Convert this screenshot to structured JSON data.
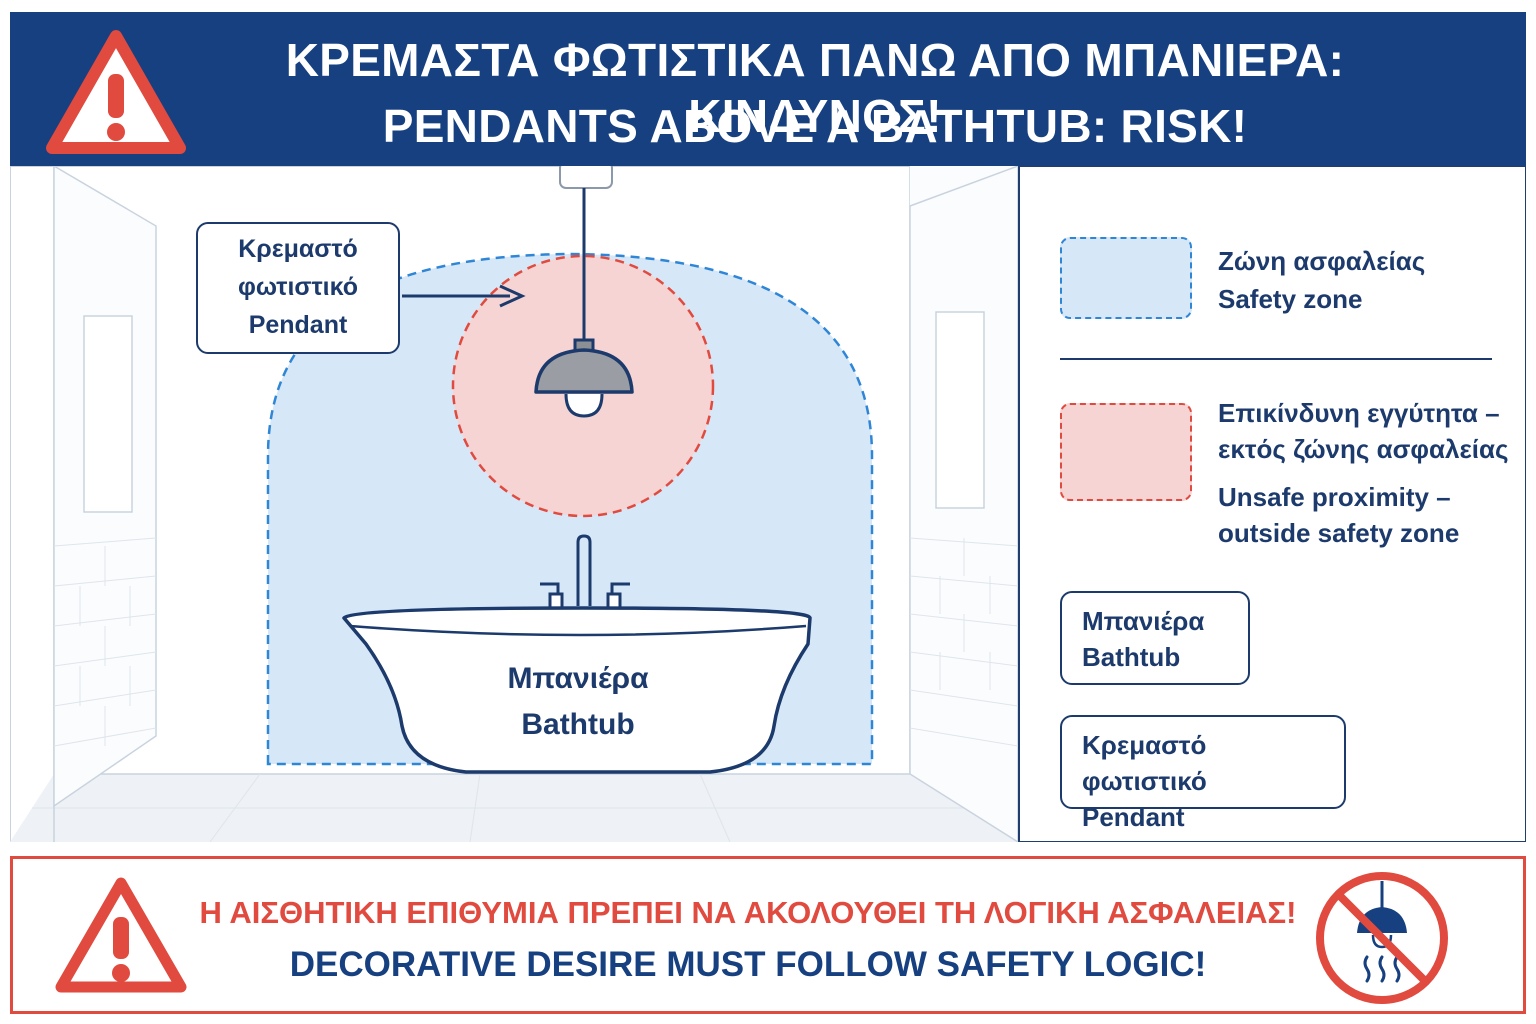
{
  "header": {
    "title_greek": "ΚΡΕΜΑΣΤΑ ΦΩΤΙΣΤΙΚΑ ΠΑΝΩ ΑΠΟ ΜΠΑΝΙΕΡΑ: ΚΙΝΔΥΝΟΣ!",
    "title_english": "PENDANTS ABOVE A BATHTUB: RISK!"
  },
  "scene": {
    "pendant_callout": {
      "line1": "Κρεμαστό",
      "line2": "φωτιστικό",
      "line3": "Pendant"
    },
    "bathtub_label": {
      "line1": "Μπανιέρα",
      "line2": "Bathtub"
    }
  },
  "legend": {
    "safety_zone": {
      "greek": "Ζώνη ασφαλείας",
      "english": "Safety zone"
    },
    "unsafe": {
      "greek_line1": "Επικίνδυνη εγγύτητα –",
      "greek_line2": "εκτός ζώνης ασφαλείας",
      "english_line1": "Unsafe proximity –",
      "english_line2": "outside safety zone"
    },
    "bathtub_box": {
      "line1": "Μπανιέρα",
      "line2": "Bathtub"
    },
    "pendant_box": {
      "line1": "Κρεμαστό φωτιστικό",
      "line2": "Pendant"
    }
  },
  "footer": {
    "warning_greek": "Η ΑΙΣΘΗΤΙΚΗ ΕΠΙΘΥΜΙΑ ΠΡΕΠΕΙ ΝΑ ΑΚΟΛΟΥΘΕΙ ΤΗ ΛΟΓΙΚΗ ΑΣΦΑΛΕΙΑΣ!",
    "warning_english": "DECORATIVE DESIRE MUST FOLLOW SAFETY LOGIC!"
  },
  "colors": {
    "navy": "#16407f",
    "text_navy": "#1c3a6b",
    "warning_red": "#e04a3f",
    "safety_blue_fill": "#d6e8f8",
    "safety_blue_stroke": "#2f86d6",
    "danger_red_fill": "#f6d4d4",
    "danger_red_stroke": "#e04a3f"
  },
  "icons": [
    "warning-triangle-icon",
    "no-pendant-over-water-icon"
  ]
}
